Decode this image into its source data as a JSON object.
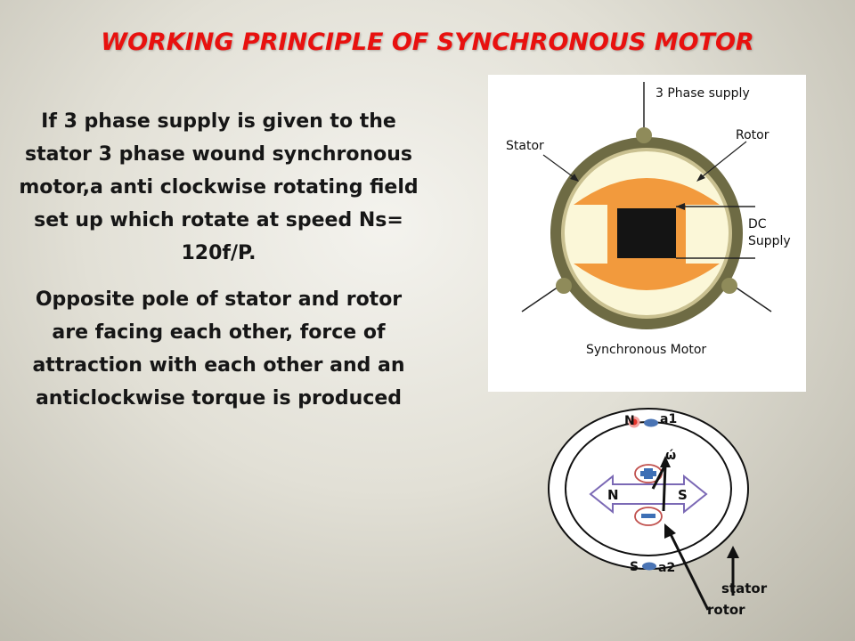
{
  "title": "WORKING PRINCIPLE OF SYNCHRONOUS MOTOR",
  "paragraph1": "If 3 phase supply is given to the stator 3 phase wound synchronous motor,a anti clockwise rotating field set up which rotate at speed Ns= 120f/P.",
  "paragraph2": "Opposite pole of stator and rotor are facing each other, force of attraction with each other and an anticlockwise torque is produced",
  "diagram1": {
    "supply_label": "3 Phase supply",
    "stator_label": "Stator",
    "rotor_label": "Rotor",
    "dc_label_1": "DC",
    "dc_label_2": "Supply",
    "caption": "Synchronous Motor"
  },
  "diagram2": {
    "top_pole": "N",
    "top_coil": "a1",
    "omega": "ώ",
    "rotor_left": "N",
    "rotor_right": "S",
    "bottom_pole": "S",
    "bottom_coil": "a2",
    "stator_label": "stator",
    "rotor_label": "rotor"
  },
  "colors": {
    "title": "#e8110f",
    "stator_ring": "#6e6b44",
    "rotor_fill": "#f29a3d",
    "inner_fill": "#fbf7d8",
    "core": "#141414"
  }
}
